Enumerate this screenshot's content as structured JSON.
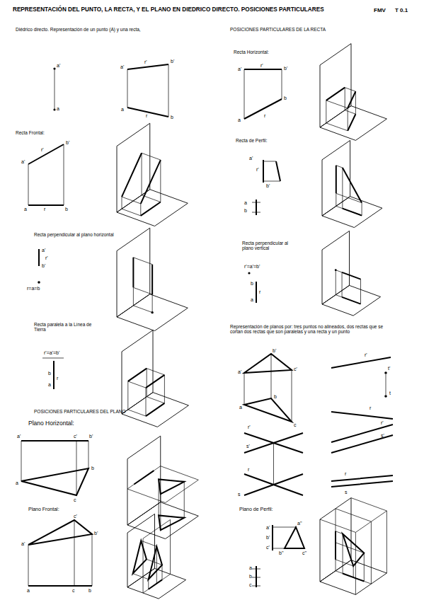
{
  "diagram": {
    "title": "REPRESENTACIÓN DEL PUNTO, LA RECTA, Y EL PLANO EN DIEDRICO DIRECTO. POSICIONES PARTICULARES",
    "labels": [
      "FMV",
      "T 0.1",
      "Diédrico directo. Representación de un punto (A) y  una recta,",
      "POSICIONES PARTICULARES DE LA RECTA",
      "Recta Horizontal:",
      "Recta Frontal:",
      "Recta de Perfil:",
      "Recta perpendicular al plano horizontal",
      "Recta perpendicular al plano vertical",
      "Recta paralela a la Línea de Tierra",
      "Representación de planos por: tres puntos no alineados,  dos rectas que se cortan dos rectas que son paralelas y una recta y un punto",
      "POSICIONES PARTICULARES DEL PLANO",
      "Plano Horizontal:",
      "Plano Frontal:",
      "Plano de Perfil:",
      "a'",
      "a",
      "a'",
      "r'",
      "b'",
      "a",
      "r",
      "b",
      "a'",
      "r'",
      "b'",
      "a",
      "r",
      "b",
      "a'",
      "r'",
      "b'",
      "a",
      "r",
      "b",
      "a'",
      "r'",
      "b'",
      "a",
      "b",
      "a'",
      "r'",
      "b'",
      "r=a=b",
      "r'=a'=b'",
      "b",
      "a",
      "r",
      "r'=a'=b'",
      "b",
      "a",
      "r",
      "a'",
      "b'",
      "c'",
      "a",
      "b",
      "c",
      "r'",
      "t'",
      "r",
      "t",
      "r'",
      "s'",
      "r",
      "s",
      "r'",
      "s'",
      "r",
      "s",
      "a'",
      "c'",
      "b'",
      "a",
      "b",
      "c",
      "a'",
      "c'",
      "b'",
      "a",
      "c",
      "b",
      "a'",
      "b'",
      "c'",
      "a''",
      "b''",
      "c''",
      "a",
      "b",
      "c"
    ]
  }
}
